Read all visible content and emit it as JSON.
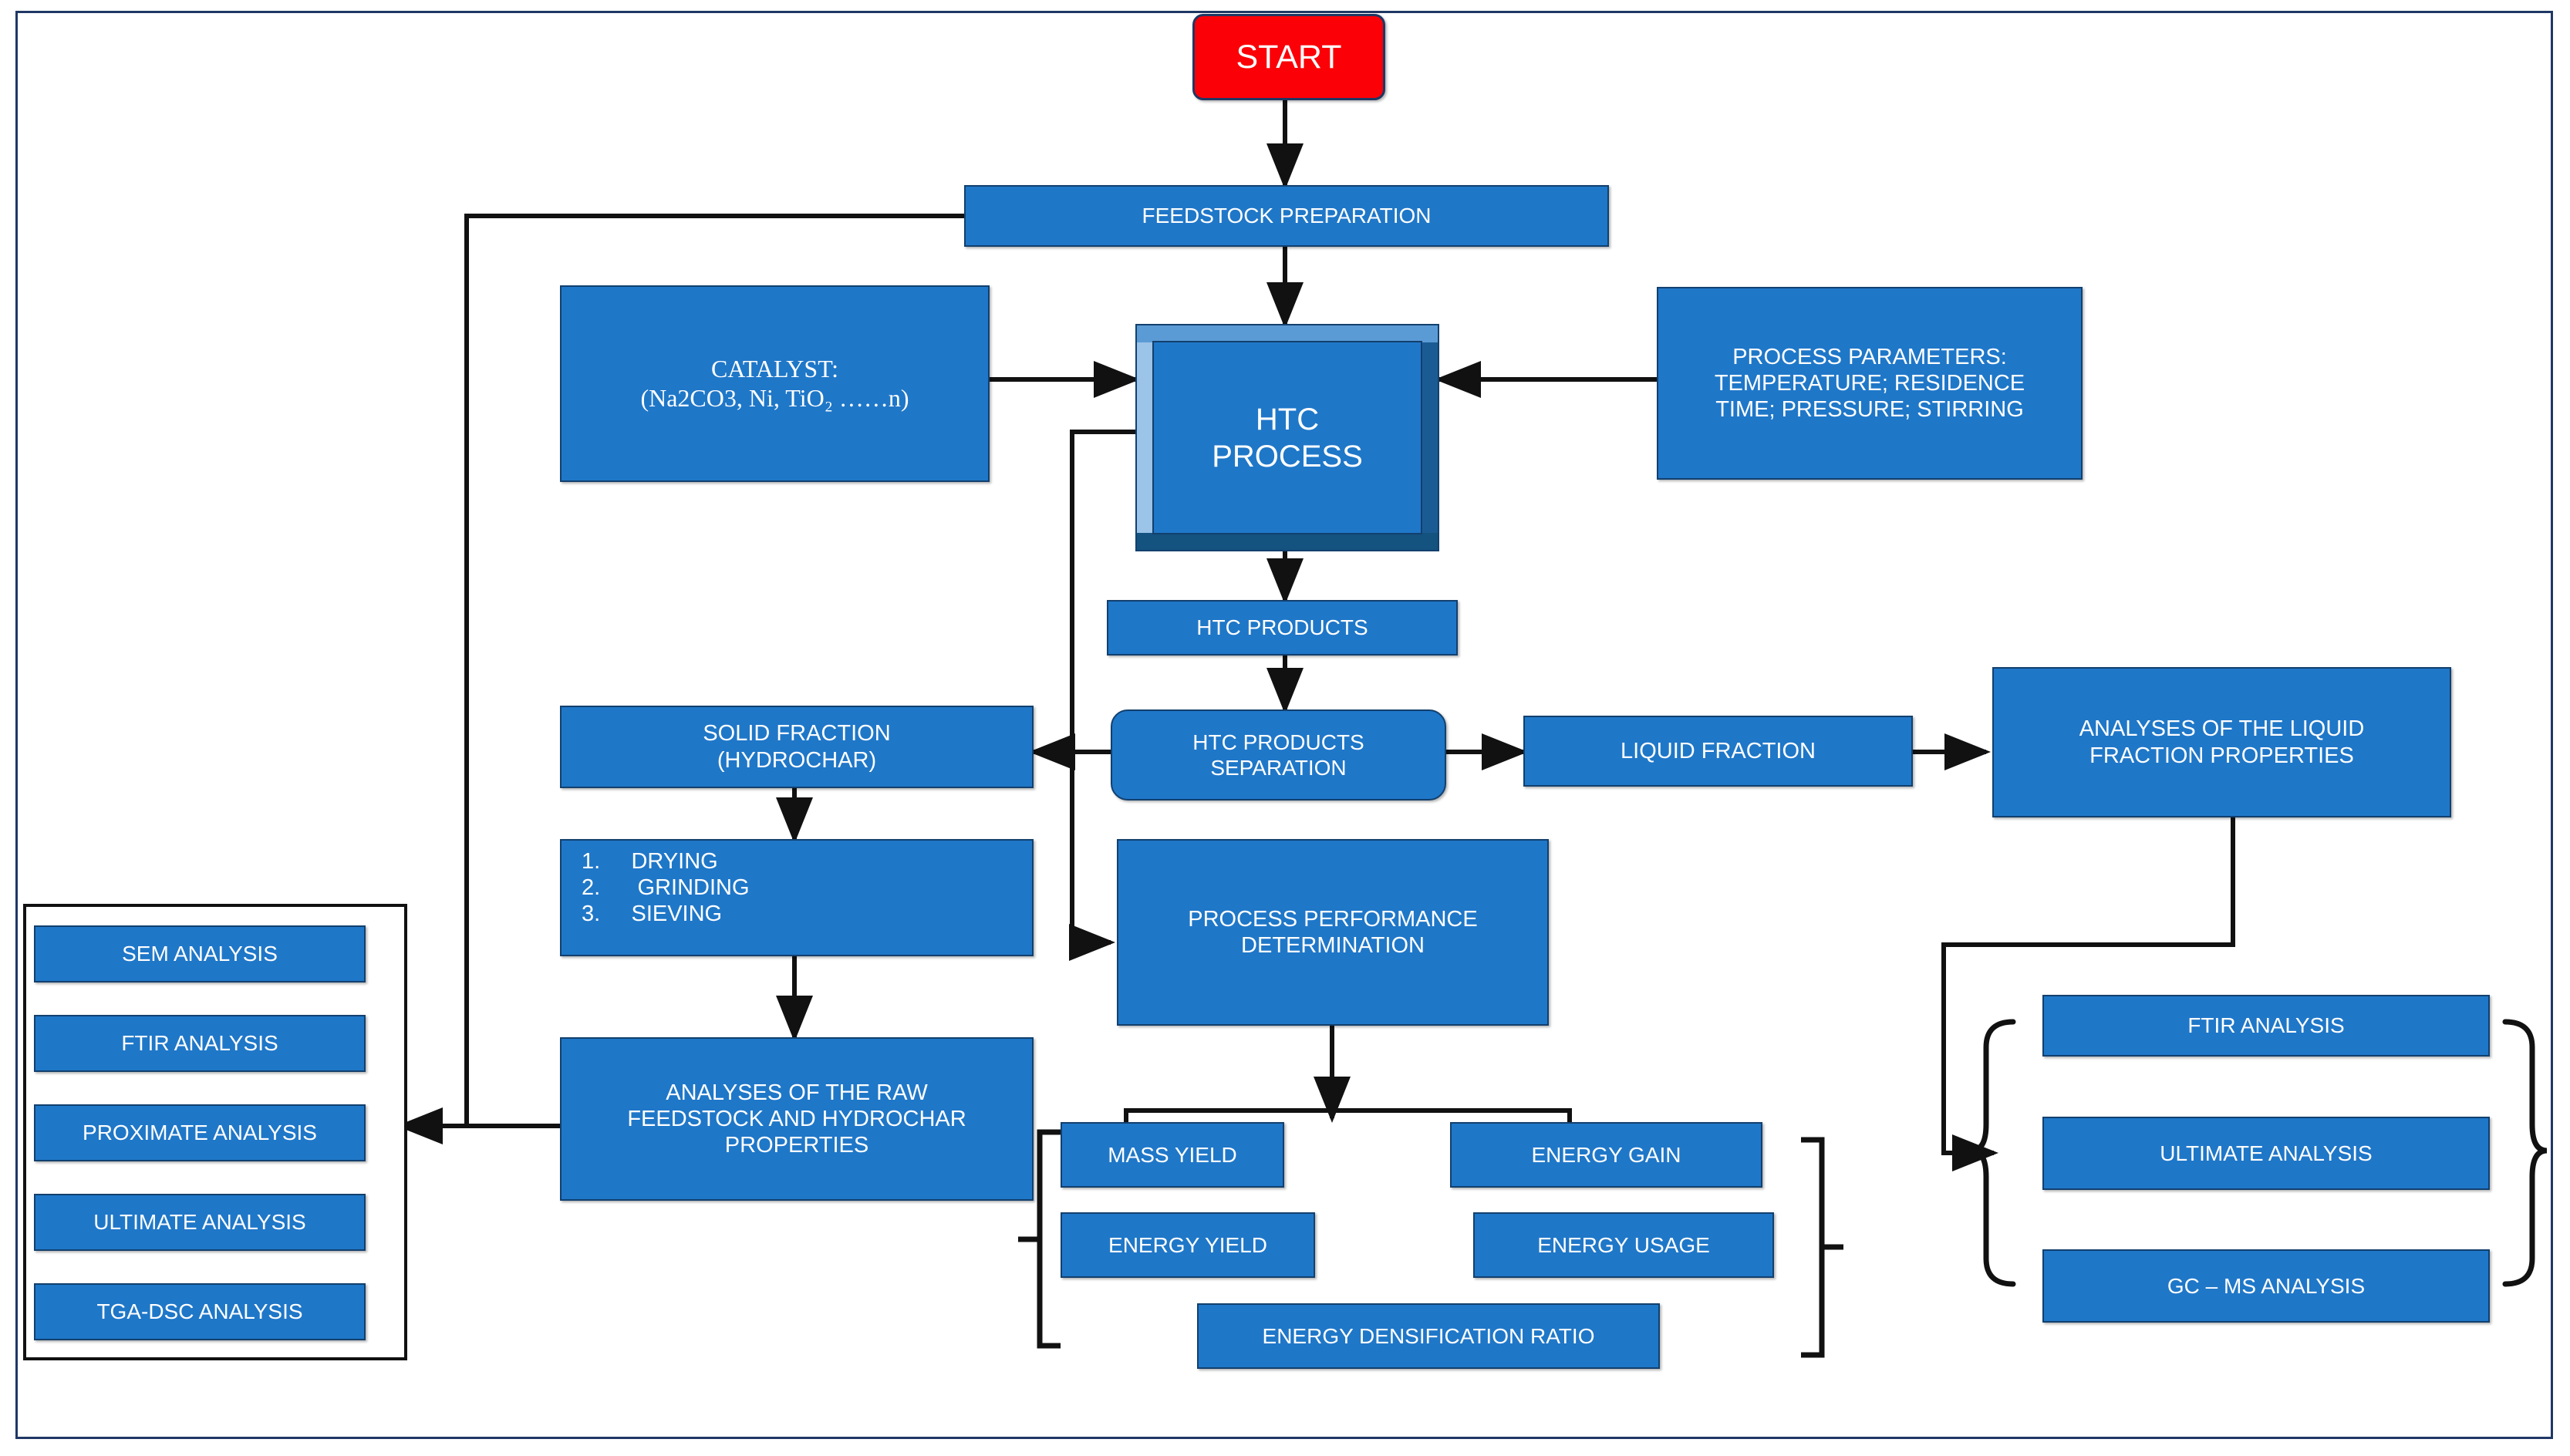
{
  "diagram": {
    "title": "HTC process flowchart",
    "colors": {
      "box_fill": "#1f77c8",
      "box_border": "#12406e",
      "start_fill": "#fb0007",
      "frame_border": "#1f3864",
      "line": "#111111"
    },
    "nodes": {
      "start": "START",
      "feedstock_preparation": "FEEDSTOCK PREPARATION",
      "catalyst_line1": "CATALYST:",
      "catalyst_line2": "(Na2CO3, Ni, TiO₂ ……n)",
      "htc_process_line1": "HTC",
      "htc_process_line2": "PROCESS",
      "process_parameters_line1": "PROCESS PARAMETERS:",
      "process_parameters_line2": "TEMPERATURE; RESIDENCE",
      "process_parameters_line3": "TIME; PRESSURE;  STIRRING",
      "htc_products": "HTC PRODUCTS",
      "htc_products_separation_line1": "HTC PRODUCTS",
      "htc_products_separation_line2": "SEPARATION",
      "solid_fraction_line1": "SOLID FRACTION",
      "solid_fraction_line2": "(HYDROCHAR)",
      "liquid_fraction": "LIQUID FRACTION",
      "analyses_liquid_line1": "ANALYSES OF THE LIQUID",
      "analyses_liquid_line2": "FRACTION PROPERTIES",
      "steps_line1": "1.     DRYING",
      "steps_line2": "2.      GRINDING",
      "steps_line3": "3.     SIEVING",
      "process_performance_line1": "PROCESS PERFORMANCE",
      "process_performance_line2": "DETERMINATION",
      "analyses_raw_line1": "ANALYSES OF THE  RAW",
      "analyses_raw_line2": "FEEDSTOCK AND HYDROCHAR",
      "analyses_raw_line3": "PROPERTIES"
    },
    "solid_analyses": [
      "SEM ANALYSIS",
      "FTIR ANALYSIS",
      "PROXIMATE ANALYSIS",
      "ULTIMATE ANALYSIS",
      "TGA-DSC ANALYSIS"
    ],
    "performance_metrics": [
      "MASS YIELD",
      "ENERGY GAIN",
      "ENERGY YIELD",
      "ENERGY USAGE",
      "ENERGY DENSIFICATION  RATIO"
    ],
    "liquid_analyses": [
      "FTIR ANALYSIS",
      "ULTIMATE ANALYSIS",
      "GC – MS ANALYSIS"
    ]
  }
}
